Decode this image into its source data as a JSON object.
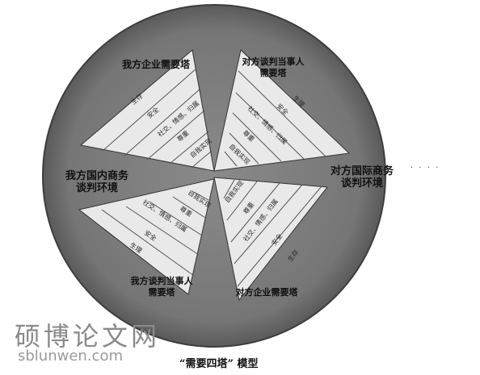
{
  "diagram": {
    "caption": "“需要四塔” 模型",
    "center_labels": {
      "top": "我方企业需要塔",
      "right_top": "对方谈判当事人需要塔",
      "right": "对方国际商务谈判环境",
      "bottom_right": "对方企业需要塔",
      "bottom_left": "我方谈判当事人需要塔",
      "left": "我方国内商务谈判环境"
    },
    "towers": {
      "our_company": [
        "生存",
        "安全",
        "社交、情感、归属",
        "尊重",
        "自我实现"
      ],
      "their_person": [
        "生理",
        "安全",
        "社交、情感、归属",
        "尊重",
        "自我实现"
      ],
      "their_company": [
        "自我实现",
        "尊重",
        "社交、情感、归属",
        "安全",
        "生存"
      ],
      "our_person": [
        "自我实现",
        "尊重",
        "社交、情感、归属",
        "安全",
        "生理"
      ]
    }
  },
  "watermark": {
    "chinese": "硕博论文网",
    "url": "sblunwen.com"
  },
  "colors": {
    "circle": "#7a7a7a",
    "circle_edge": "#3d3d3d",
    "wedge": "#e8e8e8",
    "band_line": "#555555",
    "band_text": "#2a2a2a"
  }
}
